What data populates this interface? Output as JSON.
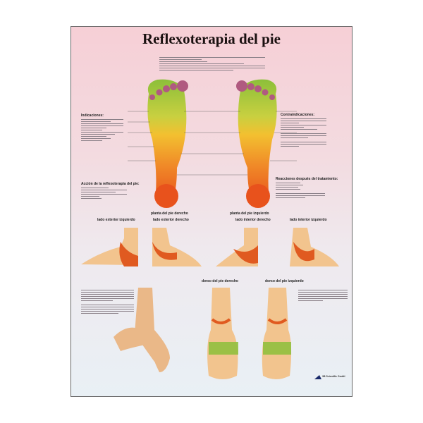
{
  "title": "Reflexoterapia del pie",
  "sections": {
    "indications": "Indicaciones:",
    "contraindications": "Contraindicaciones:",
    "action": "Acción de la reflexoterapia del pie:",
    "reactions": "Reacciones después del tratamiento:"
  },
  "views": {
    "sole_right": "planta del pie derecho",
    "sole_left": "planta del pie izquierdo",
    "outer_left": "lado exterior izquierdo",
    "outer_right": "lado exterior derecho",
    "inner_right": "lado interior derecho",
    "inner_left": "lado interior izquierdo",
    "dorsum_right": "dorso del pie derecho",
    "dorsum_left": "dorso del pie izquierdo"
  },
  "publisher": "3B Scientific GmbH",
  "colors": {
    "heel": "#e8521c",
    "mid": "#f0a030",
    "green": "#8cbf3a",
    "skin": "#f2c48e"
  }
}
